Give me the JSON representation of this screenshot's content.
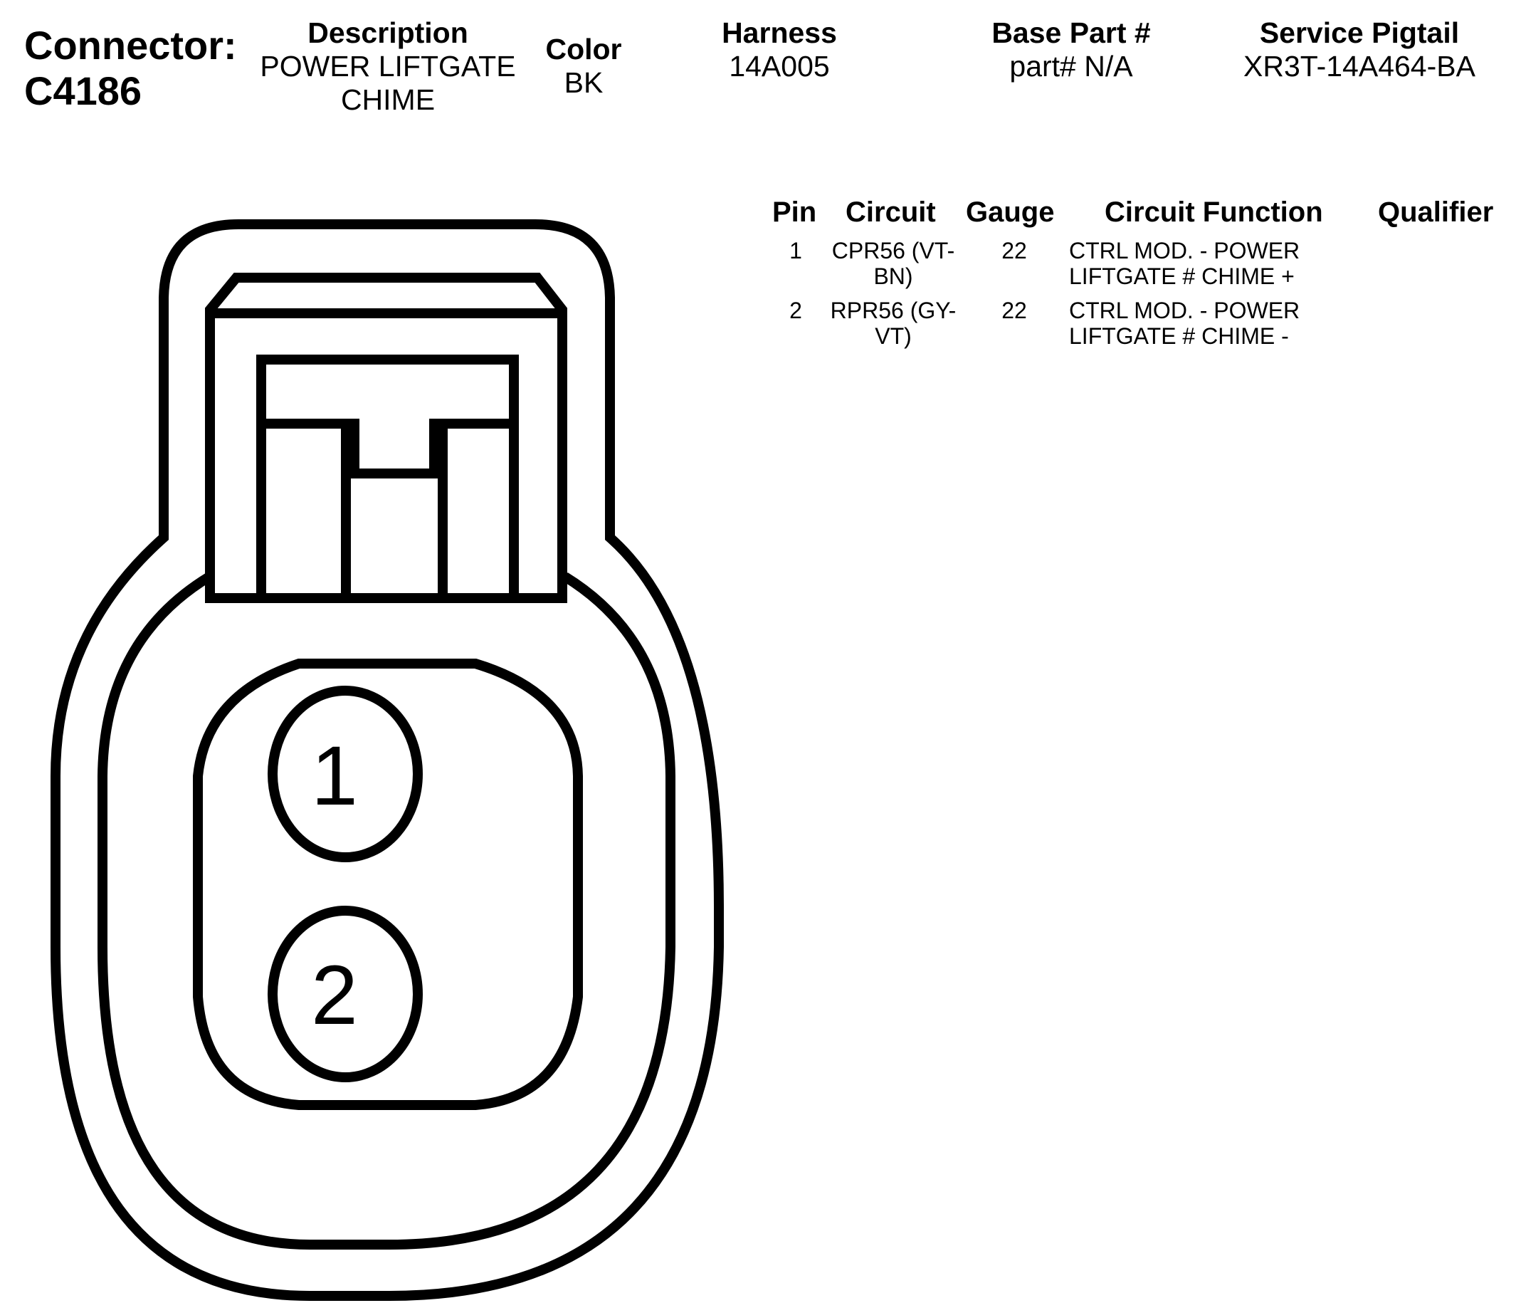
{
  "connector": {
    "label": "Connector:",
    "id": "C4186"
  },
  "info": {
    "description": {
      "label": "Description",
      "value_line1": "POWER LIFTGATE",
      "value_line2": "CHIME"
    },
    "color": {
      "label": "Color",
      "value": "BK"
    },
    "harness": {
      "label": "Harness",
      "value": "14A005"
    },
    "base_part": {
      "label": "Base Part #",
      "value": "part# N/A"
    },
    "service_pigtail": {
      "label": "Service Pigtail",
      "value": "XR3T-14A464-BA"
    }
  },
  "table": {
    "headers": {
      "pin": "Pin",
      "circuit": "Circuit",
      "gauge": "Gauge",
      "function": "Circuit Function",
      "qualifier": "Qualifier"
    },
    "rows": [
      {
        "pin": "1",
        "circuit_line1": "CPR56 (VT-",
        "circuit_line2": "BN)",
        "gauge": "22",
        "function_line1": "CTRL MOD. - POWER",
        "function_line2": "LIFTGATE # CHIME +",
        "qualifier": ""
      },
      {
        "pin": "2",
        "circuit_line1": "RPR56 (GY-",
        "circuit_line2": "VT)",
        "gauge": "22",
        "function_line1": "CTRL MOD. - POWER",
        "function_line2": "LIFTGATE # CHIME -",
        "qualifier": ""
      }
    ]
  },
  "diagram": {
    "pin_labels": [
      "1",
      "2"
    ],
    "stroke_color": "#000000"
  }
}
